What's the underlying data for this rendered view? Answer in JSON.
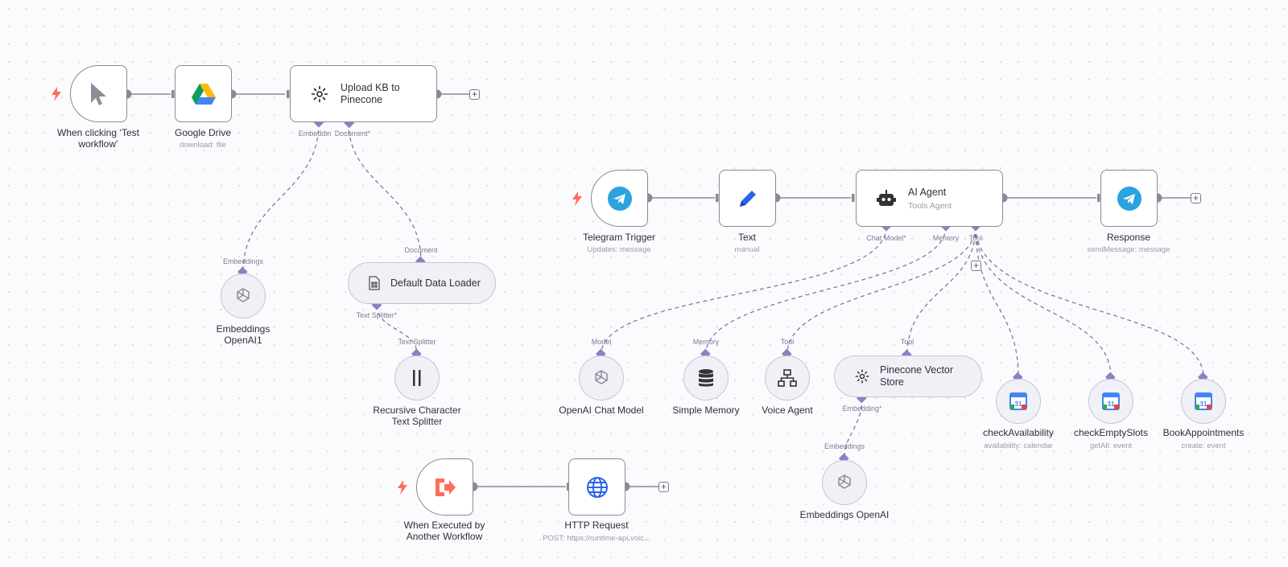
{
  "nodes": {
    "manual_trigger": {
      "label": "When clicking ‘Test workflow’",
      "line1": "When clicking ‘Test",
      "line2": "workflow’",
      "icon": "cursor-icon"
    },
    "google_drive": {
      "label": "Google Drive",
      "sub": "download: file",
      "icon": "google-drive-icon"
    },
    "upload_kb": {
      "line1": "Upload KB to",
      "line2": "Pinecone",
      "icon": "pinecone-icon"
    },
    "embeddings_openai1": {
      "line1": "Embeddings",
      "line2": "OpenAI1",
      "icon": "openai-icon"
    },
    "default_data_loader": {
      "label": "Default Data Loader",
      "icon": "document-icon"
    },
    "text_splitter": {
      "line1": "Recursive Character",
      "line2": "Text Splitter",
      "icon": "splitter-icon"
    },
    "telegram_trigger": {
      "label": "Telegram Trigger",
      "sub": "Updates: message",
      "icon": "telegram-icon"
    },
    "text": {
      "label": "Text",
      "sub": "manual",
      "icon": "pen-icon"
    },
    "ai_agent": {
      "label": "AI Agent",
      "sub": "Tools Agent",
      "icon": "robot-icon"
    },
    "response": {
      "label": "Response",
      "sub": "sendMessage: message",
      "icon": "telegram-icon"
    },
    "openai_chat": {
      "label": "OpenAI Chat Model",
      "icon": "openai-icon"
    },
    "simple_memory": {
      "label": "Simple Memory",
      "icon": "database-icon"
    },
    "voice_agent": {
      "label": "Voice Agent",
      "icon": "network-icon"
    },
    "pinecone_store": {
      "line1": "Pinecone Vector",
      "line2": "Store",
      "icon": "pinecone-icon"
    },
    "embeddings_openai": {
      "label": "Embeddings OpenAI",
      "icon": "openai-icon"
    },
    "check_availability": {
      "label": "checkAvailability",
      "sub": "availability: calendar",
      "icon": "google-calendar-icon"
    },
    "check_empty_slots": {
      "label": "checkEmptySlots",
      "sub": "getAll: event",
      "icon": "google-calendar-icon"
    },
    "book_appointments": {
      "label": "BookAppointments",
      "sub": "create: event",
      "icon": "google-calendar-icon"
    },
    "workflow_trigger": {
      "line1": "When Executed by",
      "line2": "Another Workflow",
      "icon": "exit-icon"
    },
    "http_request": {
      "label": "HTTP Request",
      "sub": "POST: https://runtime-api.voic...",
      "icon": "globe-icon"
    }
  },
  "ports": {
    "embedding": "Embeddin",
    "document": "Document",
    "document_top": "Document",
    "embeddings": "Embeddings",
    "text_splitter_out": "Text Splitter",
    "text_splitter_in": "Text Splitter",
    "chat_model": "Chat Model",
    "memory": "Memory",
    "tool": "Tool",
    "model": "Model",
    "memory_in": "Memory",
    "tool_in": "Tool",
    "tool_in2": "Tool",
    "embedding2": "Embedding",
    "embeddings2": "Embeddings",
    "required": "*"
  },
  "colors": {
    "edge": "#8a8a96",
    "port": "#8a82c4",
    "dashed": "#7d7aa0",
    "trigger_bolt": "#ff6d5a",
    "telegram": "#2aa3df",
    "pen": "#2b63e6",
    "globe": "#2b63e6",
    "exit": "#ff6d5a"
  }
}
